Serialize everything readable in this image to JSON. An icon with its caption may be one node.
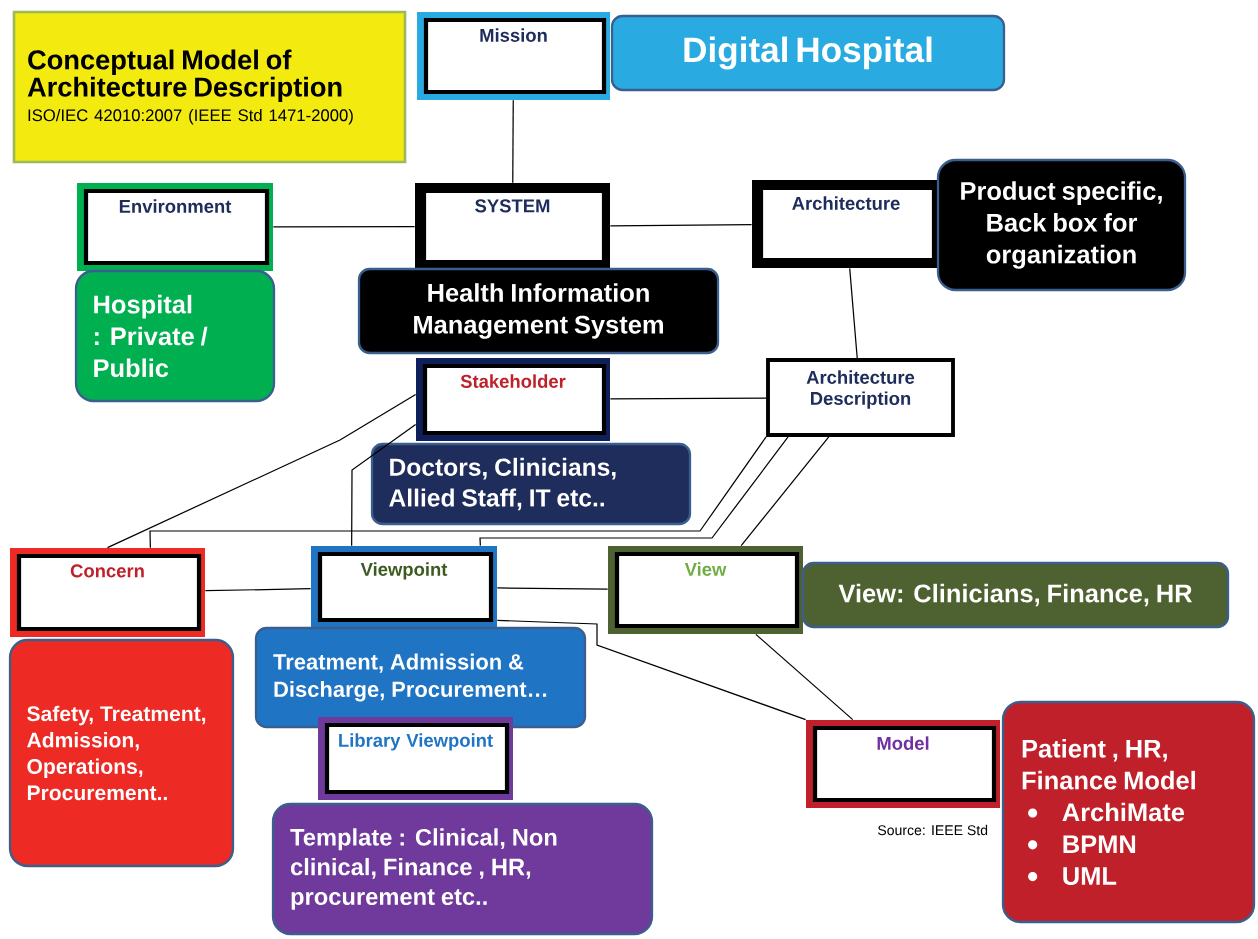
{
  "diagram": {
    "nodes": [
      {
        "text": [
          "Conceptual Model of Architecture Description",
          "ISO/IEC 42010:2007 (IEEE Std 1471-2000)"
        ]
      },
      {
        "text": [
          "Mission"
        ]
      },
      {
        "text": [
          "Digital Hospital"
        ]
      },
      {
        "text": [
          "Environment"
        ]
      },
      {
        "text": [
          "SYSTEM"
        ]
      },
      {
        "text": [
          "Architecture"
        ]
      },
      {
        "text": [
          "Product specific, Back box for organization"
        ]
      },
      {
        "text": [
          "Hospital : Private / Public"
        ]
      },
      {
        "text": [
          "Health Information Management System"
        ]
      },
      {
        "text": [
          "Stakeholder"
        ]
      },
      {
        "text": [
          "Architecture Description"
        ]
      },
      {
        "text": [
          "Doctors, Clinicians, Allied Staff, IT etc.."
        ]
      },
      {
        "text": [
          "Concern"
        ]
      },
      {
        "text": [
          "Viewpoint"
        ]
      },
      {
        "text": [
          "View"
        ]
      },
      {
        "text": [
          "View: Clinicians, Finance, HR"
        ]
      },
      {
        "text": [
          "Safety, Treatment, Admission, Operations, Procurement.."
        ]
      },
      {
        "text": [
          "Treatment, Admission & Discharge, Procurement…"
        ]
      },
      {
        "text": [
          "Library Viewpoint"
        ]
      },
      {
        "text": [
          "Model"
        ]
      },
      {
        "text": [
          "Patient , HR, Finance Model",
          "ArchiMate",
          "BPMN",
          "UML"
        ]
      },
      {
        "text": [
          "Template : Clinical, Non clinical, Finance , HR, procurement etc.."
        ]
      }
    ],
    "edges": [
      {
        "from": 1,
        "to": 4,
        "arrow": "none"
      },
      {
        "from": 3,
        "to": 4,
        "arrow": "none"
      },
      {
        "from": 4,
        "to": 5,
        "arrow": "none"
      },
      {
        "from": 5,
        "to": 10,
        "arrow": "none"
      },
      {
        "from": 9,
        "to": 10,
        "arrow": "none"
      },
      {
        "from": 9,
        "to": 12,
        "arrow": "none"
      },
      {
        "from": 9,
        "to": 13,
        "arrow": "none"
      },
      {
        "from": 10,
        "to": 12,
        "arrow": "none"
      },
      {
        "from": 10,
        "to": 13,
        "arrow": "none"
      },
      {
        "from": 10,
        "to": 14,
        "arrow": "none"
      },
      {
        "from": 12,
        "to": 13,
        "arrow": "none"
      },
      {
        "from": 13,
        "to": 14,
        "arrow": "none"
      },
      {
        "from": 13,
        "to": 19,
        "arrow": "none"
      },
      {
        "from": 14,
        "to": 19,
        "arrow": "none"
      }
    ],
    "labels": [
      "Source: IEEE Std"
    ]
  }
}
